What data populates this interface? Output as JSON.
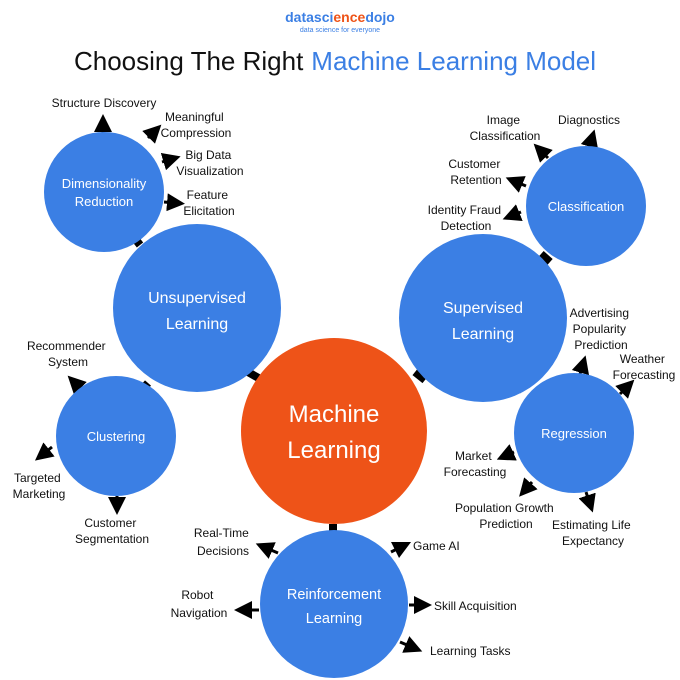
{
  "brand": {
    "data": "data",
    "science_a": "sci",
    "science_b": "ence",
    "dojo": "dojo",
    "tagline": "data science for everyone",
    "color_blue": "#3b7fe4",
    "color_orange": "#ee5318"
  },
  "title": {
    "part1": "Choosing The Right",
    "part2": "Machine Learning Model"
  },
  "center": {
    "line1": "Machine",
    "line2": "Learning"
  },
  "nodes": {
    "unsupervised": {
      "line1": "Unsupervised",
      "line2": "Learning"
    },
    "supervised": {
      "line1": "Supervised",
      "line2": "Learning"
    },
    "reinforcement": {
      "line1": "Reinforcement",
      "line2": "Learning"
    },
    "dimensionality": {
      "line1": "Dimensionality",
      "line2": "Reduction"
    },
    "clustering": {
      "line1": "Clustering"
    },
    "classification": {
      "line1": "Classification"
    },
    "regression": {
      "line1": "Regression"
    }
  },
  "leaves": {
    "structure_discovery": [
      "Structure Discovery"
    ],
    "meaningful_compression": [
      "Meaningful",
      "Compression"
    ],
    "big_data": [
      "Big Data",
      "Visualization"
    ],
    "feature_elicitation": [
      "Feature",
      "Elicitation"
    ],
    "recommender": [
      "Recommender",
      "System"
    ],
    "targeted_marketing": [
      "Targeted",
      "Marketing"
    ],
    "customer_segmentation": [
      "Customer",
      "Segmentation"
    ],
    "image_classification": [
      "Image",
      "Classification"
    ],
    "diagnostics": [
      "Diagnostics"
    ],
    "customer_retention": [
      "Customer",
      "Retention"
    ],
    "identity_fraud": [
      "Identity Fraud",
      "Detection"
    ],
    "advertising": [
      "Advertising",
      "Popularity",
      "Prediction"
    ],
    "weather": [
      "Weather",
      "Forecasting"
    ],
    "market": [
      "Market",
      "Forecasting"
    ],
    "population": [
      "Population Growth",
      "Prediction"
    ],
    "life_expectancy": [
      "Estimating Life",
      "Expectancy"
    ],
    "realtime": [
      "Real-Time",
      "Decisions"
    ],
    "game_ai": [
      "Game AI"
    ],
    "robot": [
      "Robot",
      "Navigation"
    ],
    "skill": [
      "Skill Acquisition"
    ],
    "learning_tasks": [
      "Learning Tasks"
    ]
  }
}
